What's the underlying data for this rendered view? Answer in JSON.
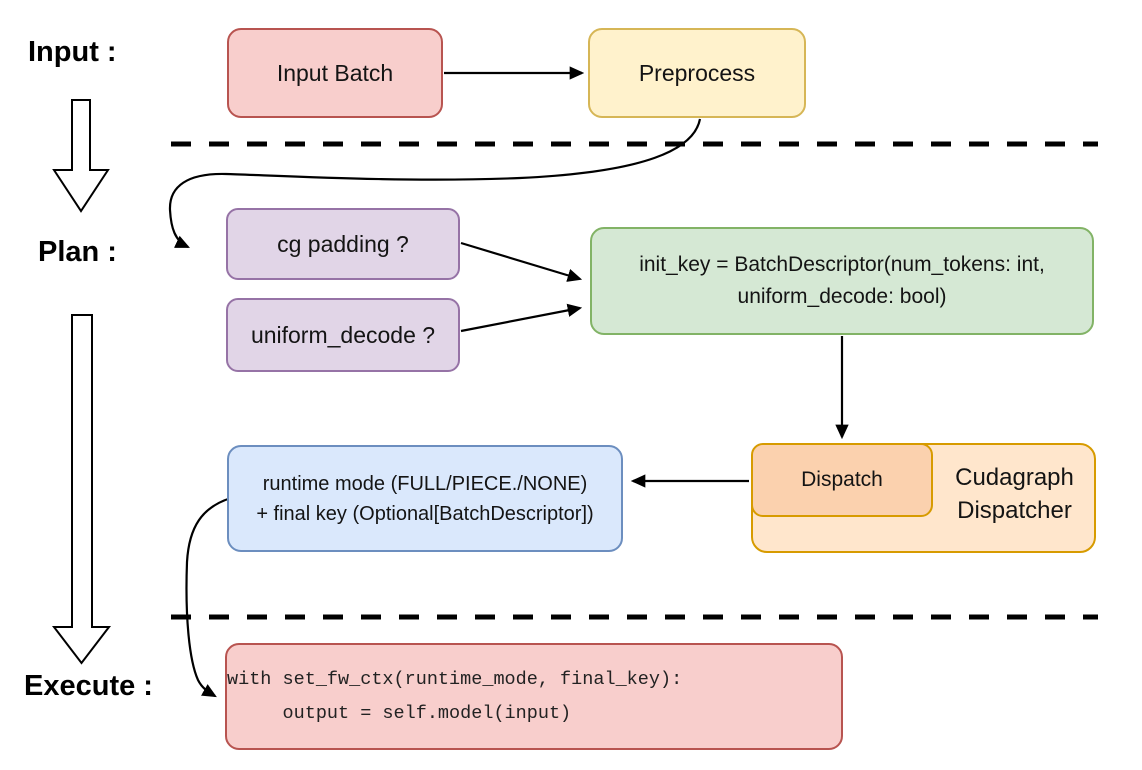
{
  "diagram": {
    "stages": {
      "input_label": "Input :",
      "plan_label": "Plan :",
      "execute_label": "Execute :"
    },
    "nodes": {
      "input_batch": "Input Batch",
      "preprocess": "Preprocess",
      "cg_padding": "cg padding ?",
      "uniform_decode": "uniform_decode ?",
      "init_key_line1": "init_key = BatchDescriptor(num_tokens: int,",
      "init_key_line2": "uniform_decode: bool)",
      "dispatch": "Dispatch",
      "dispatcher_line1": "Cudagraph",
      "dispatcher_line2": "Dispatcher",
      "runtime_line1": "runtime mode (FULL/PIECE./NONE)",
      "runtime_line2": "+ final key (Optional[BatchDescriptor])",
      "code_line1": "with set_fw_ctx(runtime_mode, final_key):",
      "code_line2": "     output = self.model(input)"
    },
    "colors": {
      "red_fill": "#F8CECC",
      "red_stroke": "#B85450",
      "yellow_fill": "#FFF2CC",
      "yellow_stroke": "#D6B656",
      "purple_fill": "#E1D5E7",
      "purple_stroke": "#9673A6",
      "green_fill": "#D5E8D4",
      "green_stroke": "#82B366",
      "blue_fill": "#DAE8FC",
      "blue_stroke": "#6C8EBF",
      "orange_fill": "#FFE6CC",
      "orange_inner_fill": "#FBD1AE",
      "orange_stroke": "#D79B00",
      "line": "#000000"
    }
  }
}
